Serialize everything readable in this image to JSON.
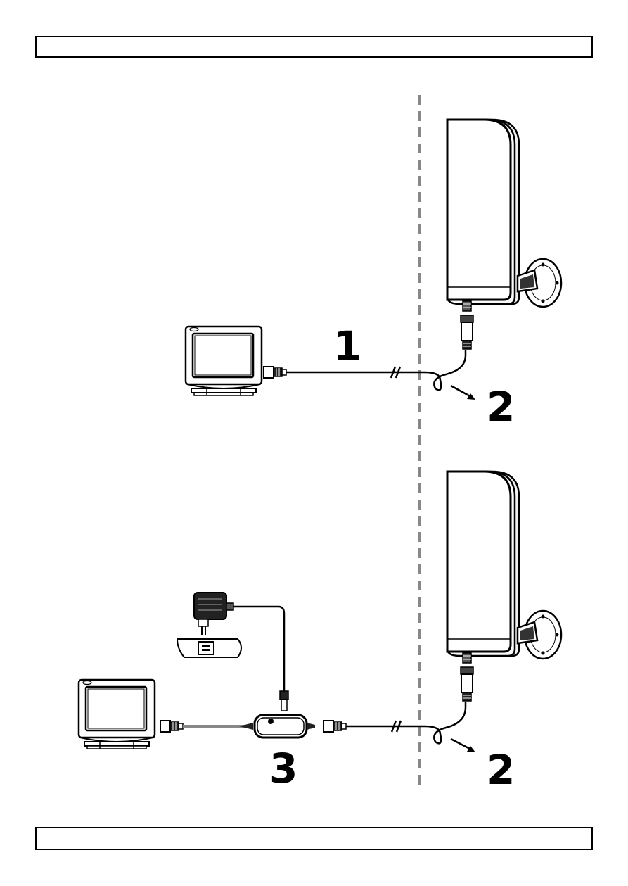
{
  "header": {
    "text": ""
  },
  "footer": {
    "text": ""
  },
  "diagram": {
    "upper_panel": {
      "step_cable": "1",
      "step_loop": "2"
    },
    "lower_panel": {
      "step_amplifier": "3",
      "step_loop": "2"
    }
  }
}
